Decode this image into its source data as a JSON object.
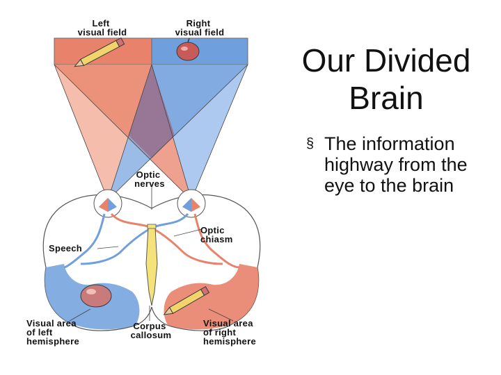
{
  "slide": {
    "title": "Our Divided Brain",
    "bullet_marker": "§",
    "bullet_text": "The information highway from the eye to the brain"
  },
  "diagram": {
    "labels": {
      "left_field_1": "Left",
      "left_field_2": "visual field",
      "right_field_1": "Right",
      "right_field_2": "visual field",
      "optic_nerves_1": "Optic",
      "optic_nerves_2": "nerves",
      "optic_chiasm_1": "Optic",
      "optic_chiasm_2": "chiasm",
      "speech": "Speech",
      "left_area_1": "Visual area",
      "left_area_2": "of left",
      "left_area_3": "hemisphere",
      "corpus_1": "Corpus",
      "corpus_2": "callosum",
      "right_area_1": "Visual area",
      "right_area_2": "of right",
      "right_area_3": "hemisphere"
    },
    "colors": {
      "left_field": "#e8826a",
      "right_field": "#6f9fdc",
      "left_field_light": "#f4bba8",
      "right_field_light": "#a9c6ee",
      "overlap": "#9a6a86",
      "corpus_callosum": "#f5e27a"
    },
    "icons": [
      "pencil-icon",
      "apple-icon"
    ]
  }
}
